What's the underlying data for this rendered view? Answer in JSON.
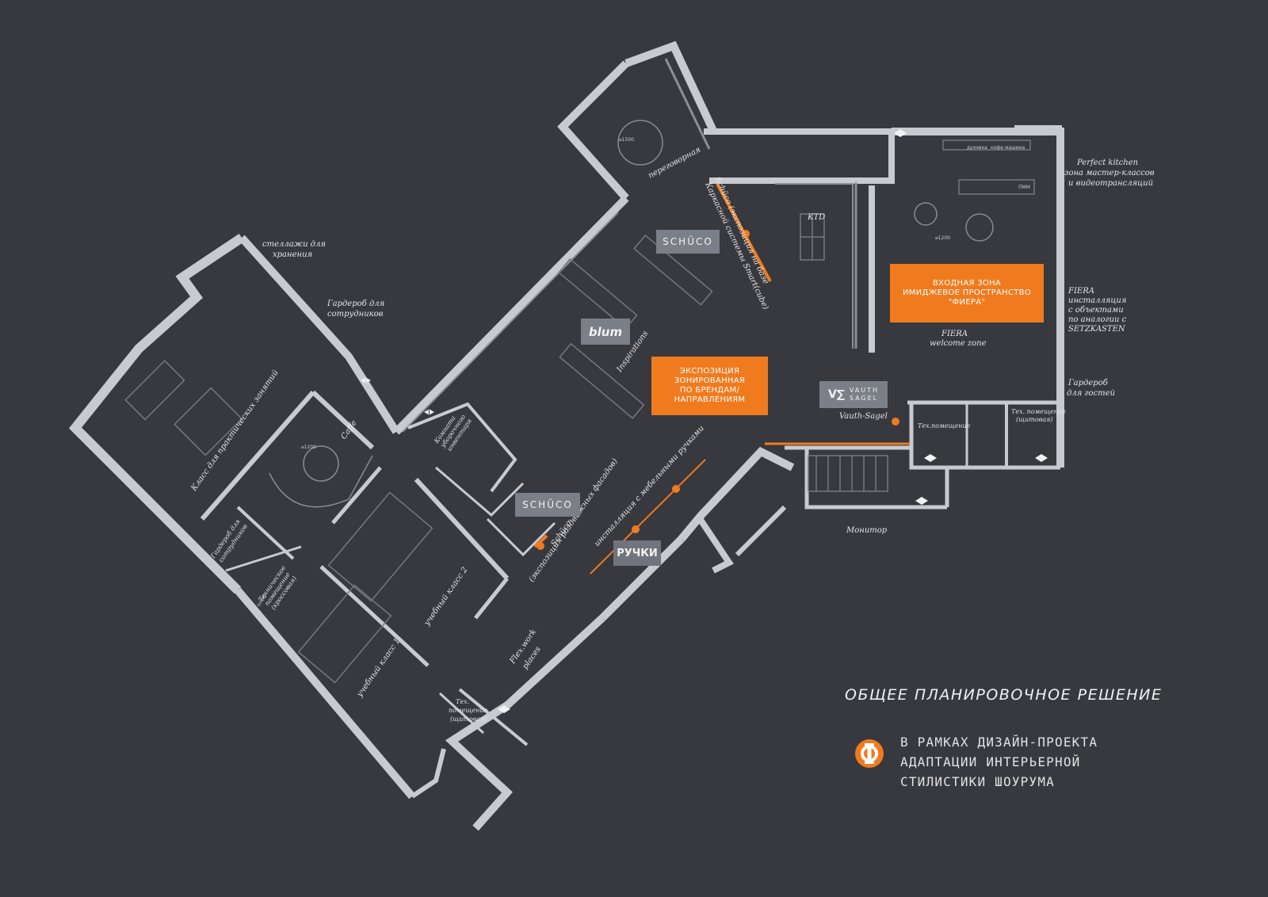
{
  "plan_title": "ОБЩЕЕ ПЛАНИРОВОЧНОЕ РЕШЕНИЕ",
  "subtitle_lines": [
    "В РАМКАХ ДИЗАЙН-ПРОЕКТА",
    "АДАПТАЦИИ ИНТЕРЬЕРНОЙ",
    "СТИЛИСТИКИ ШОУРУМА"
  ],
  "brands": {
    "schuco": "SCHÜCO",
    "blum": "blum",
    "vauth_top": "VAUTH",
    "vauth_bottom": "SAGEL",
    "ruchki": "РУЧКИ"
  },
  "zones": {
    "entrance": [
      "ВХОДНАЯ ЗОНА",
      "ИМИДЖЕВОЕ ПРОСТРАНСТВО",
      "\"ФИЕРА\""
    ],
    "exposition": [
      "ЭКСПОЗИЦИЯ",
      "ЗОНИРОВАННАЯ",
      "ПО БРЕНДАМ/",
      "НАПРАВЛЕНИЯМ"
    ]
  },
  "labels": {
    "storage_1": "стеллажи для",
    "storage_2": "хранения",
    "staff_wardrobe_1": "Гардероб для",
    "staff_wardrobe_2": "сотрудников",
    "negotiation": "переговорная",
    "schuco_ext_1": "Schüco (экспозиция на базе",
    "schuco_ext_2": "Каркасной системы Smart(cube)",
    "ktd": "KTD",
    "perfect_kitchen_1": "Perfect kitchen",
    "perfect_kitchen_2": "зона мастер-классов",
    "perfect_kitchen_3": "и видеотрансляций",
    "fiera_1": "FIERA",
    "fiera_2": "инсталляция",
    "fiera_3": "с объектами",
    "fiera_4": "по аналогии с",
    "fiera_5": "SETZKASTEN",
    "fiera_welcome_1": "FIERA",
    "fiera_welcome_2": "welcome zone",
    "guest_wardrobe_1": "Гардероб",
    "guest_wardrobe_2": "для гостей",
    "inspirations": "Inspirations",
    "vauth_sagel": "Vauth-Sagel",
    "tech_room": "Тех.помещение",
    "tech_shield_1": "Тех. помещение",
    "tech_shield_2": "(щитовая)",
    "monitor": "Монитор",
    "caffe": "Caffe",
    "practice_class": "Класс для практических занятий",
    "study_class_2": "учебный класс 2",
    "study_class_1": "учебный класс 1",
    "flex_1": "Flex.work",
    "flex_2": "places",
    "tech_bottom_1": "Тех.",
    "tech_bottom_2": "помещение",
    "tech_bottom_3": "(щитовая)",
    "schuco_facades_1": "Schüco",
    "schuco_facades_2": "(экспозиция раздвижных фасадов)",
    "handles_install": "инсталляция с мебельными ручками",
    "staff_wardrobe_b_1": "Гардероб для",
    "staff_wardrobe_b_2": "сотрудников",
    "tech_room_b_1": "Техническое",
    "tech_room_b_2": "помещение",
    "tech_room_b_3": "(кроссовая)",
    "staff_room_1": "Комната",
    "staff_room_2": "уборочного",
    "staff_room_3": "инвентаря",
    "d1500": "⌀1500",
    "d1200a": "⌀1200",
    "d1200b": "⌀1200",
    "kitchen_small": "духовка",
    "kitchen_small_2": "кофе машина",
    "kitchen_small_3": "ПММ",
    "tiny_wc": "уп. шкаф"
  },
  "colors": {
    "background": "#38383f",
    "wall": "#c9cad0",
    "accent": "#f07b1e",
    "brand_box": "#7a7f88"
  },
  "icons": [
    "logo-phi-icon",
    "door-arrow-icon"
  ]
}
